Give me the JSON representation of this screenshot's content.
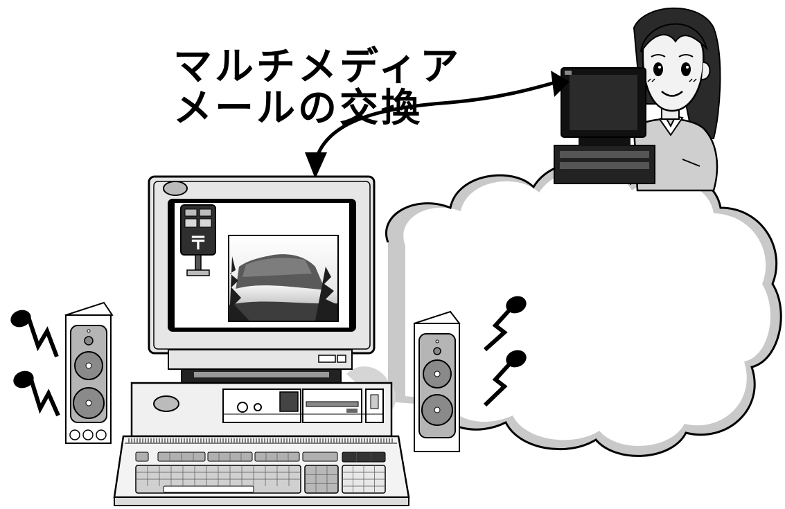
{
  "diagram": {
    "caption_line1": "マルチメディア",
    "caption_line2": "メールの交換",
    "postbox_symbol": "〒"
  },
  "elements": {
    "cloud": "network-cloud",
    "sender": "desktop-computer-with-monitor-keyboard-speakers",
    "receiver": "person-with-computer",
    "arrow": "double-headed-curved-arrow",
    "mail_icon": "postbox-icon",
    "attachment": "mountain-photo"
  },
  "colors": {
    "outline": "#000000",
    "light_gray": "#d9d9d9",
    "mid_gray": "#a6a6a6",
    "dark_gray": "#7a7a7a",
    "monitor_dark": "#1a1a1a"
  }
}
